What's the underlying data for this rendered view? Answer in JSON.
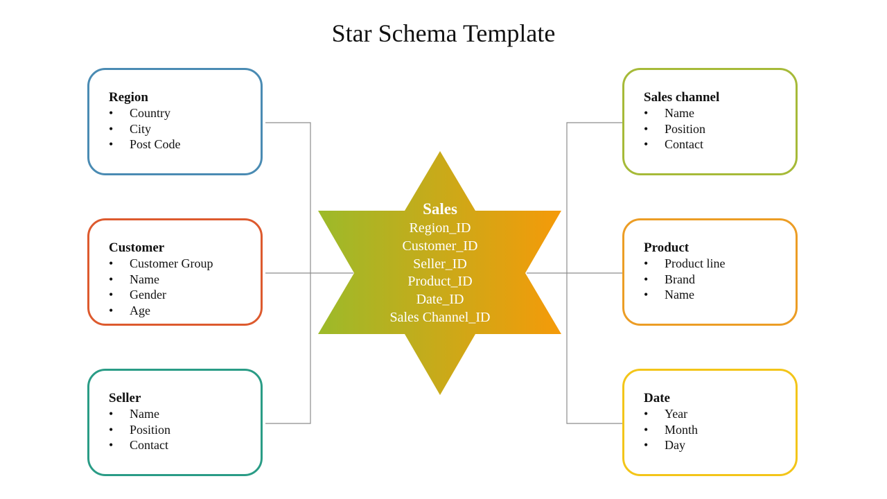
{
  "title": "Star Schema Template",
  "center": {
    "title": "Sales",
    "fields": [
      "Region_ID",
      "Customer_ID",
      "Seller_ID",
      "Product_ID",
      "Date_ID",
      "Sales Channel_ID"
    ],
    "gradient_start": "#9cba2a",
    "gradient_end": "#f59a09"
  },
  "colors": {
    "connector": "#8c8c8c"
  },
  "boxes": [
    {
      "title": "Region",
      "items": [
        "Country",
        "City",
        "Post Code"
      ],
      "color": "#4a8bb3"
    },
    {
      "title": "Customer",
      "items": [
        "Customer Group",
        "Name",
        "Gender",
        "Age"
      ],
      "color": "#dd5a2e"
    },
    {
      "title": "Seller",
      "items": [
        "Name",
        "Position",
        "Contact"
      ],
      "color": "#2a9c86"
    },
    {
      "title": "Sales channel",
      "items": [
        "Name",
        "Position",
        "Contact"
      ],
      "color": "#a6ba38"
    },
    {
      "title": "Product",
      "items": [
        "Product line",
        "Brand",
        "Name"
      ],
      "color": "#ec9d25"
    },
    {
      "title": "Date",
      "items": [
        "Year",
        "Month",
        "Day"
      ],
      "color": "#f3c519"
    }
  ]
}
